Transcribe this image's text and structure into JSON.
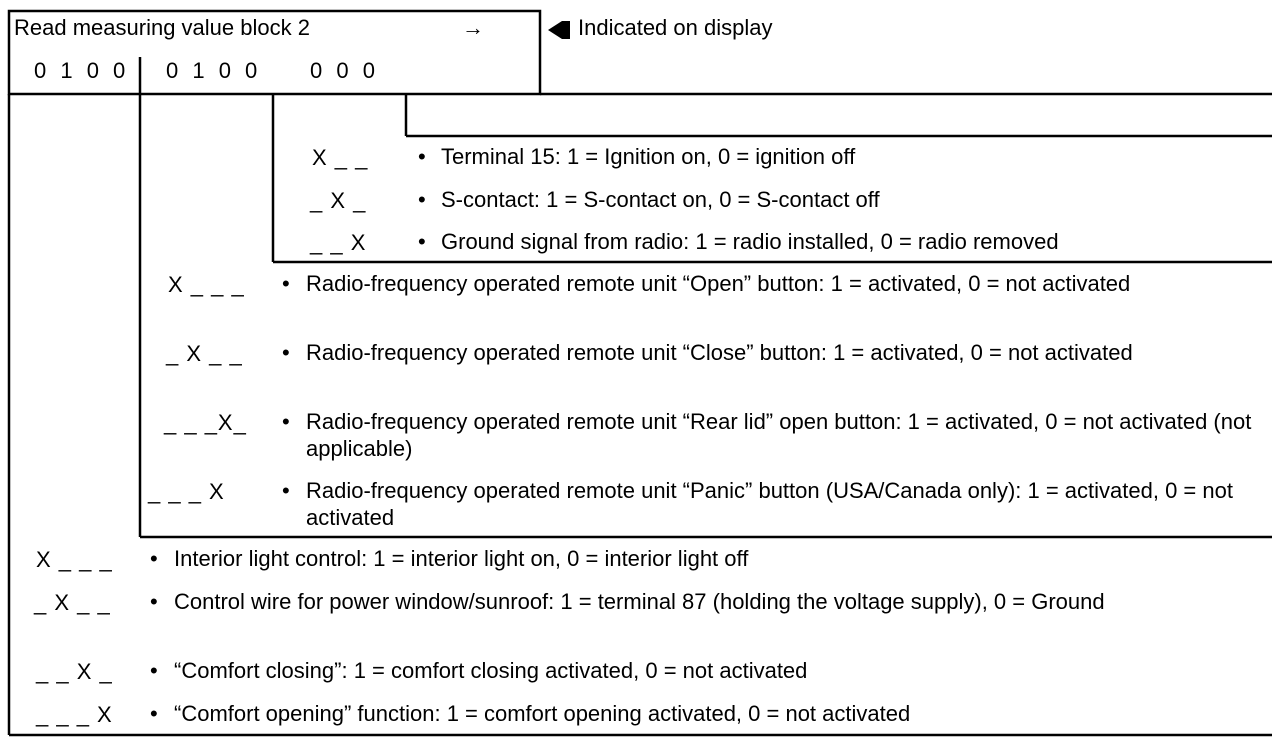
{
  "display": {
    "title": "Read measuring value block 2",
    "arrow": "→",
    "indicator_text": "Indicated on display",
    "field1": "0 1 0 0",
    "field2": "0 1 0 0",
    "field3": "0 0 0"
  },
  "bullet_char": "•",
  "group3": [
    {
      "bits": "X _ _",
      "text": "Terminal 15:  1 = Ignition on, 0 = ignition off"
    },
    {
      "bits": "_ X _",
      "text": "S-contact:  1 = S-contact on, 0 = S-contact off"
    },
    {
      "bits": "_ _ X",
      "text": "Ground signal from radio:  1 = radio installed, 0 = radio removed"
    }
  ],
  "group2": [
    {
      "bits": "X _ _ _",
      "text": "Radio-frequency operated remote unit “Open” button:  1 = activated, 0 = not activated"
    },
    {
      "bits": "_ X _ _",
      "text": "Radio-frequency operated remote unit “Close” button:  1 = activated, 0 = not activated"
    },
    {
      "bits": "_ _ _X_",
      "text": "Radio-frequency operated remote unit “Rear lid” open button:  1 = activated, 0 = not activated (not applicable)"
    },
    {
      "bits": "_ _ _ X",
      "text": "Radio-frequency operated remote unit “Panic” button (USA/Canada only): 1 = activated, 0 = not activated"
    }
  ],
  "group1": [
    {
      "bits": "X _ _ _",
      "text": "Interior light control:  1 = interior light on, 0 = interior light off"
    },
    {
      "bits": "_ X _ _",
      "text": "Control wire for power window/sunroof:  1 = terminal 87 (holding the voltage supply), 0 = Ground"
    },
    {
      "bits": "_ _ X _",
      "text": "“Comfort closing”:  1 = comfort closing activated, 0 = not activated"
    },
    {
      "bits": "_ _ _ X",
      "text": "“Comfort opening” function:  1 = comfort opening activated, 0 = not activated"
    }
  ]
}
